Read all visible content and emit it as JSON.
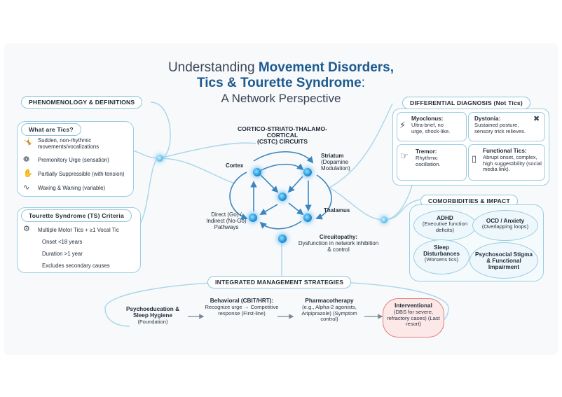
{
  "title": {
    "line1_prefix": "Understanding ",
    "line1_bold": "Movement Disorders,",
    "line2_bold": "Tics & Tourette Syndrome",
    "line2_suffix": ":",
    "line3": "A Network Perspective"
  },
  "phenomenology": {
    "header": "PHENOMENOLOGY & DEFINITIONS",
    "tics": {
      "header": "What are Tics?",
      "items": [
        {
          "icon": "running-person-icon",
          "text": "Sudden, non-rhythmic movements/vocalizations"
        },
        {
          "icon": "brain-icon",
          "text": "Premonitory Urge (sensation)"
        },
        {
          "icon": "hand-icon",
          "text": "Partially Suppressible (with tension)"
        },
        {
          "icon": "wave-chart-icon",
          "text": "Waxing & Waning (variable)"
        }
      ]
    },
    "ts_criteria": {
      "header": "Tourette Syndrome (TS) Criteria",
      "items": [
        {
          "icon": "gears-icon",
          "text": "Multiple Motor Tics + ≥1 Vocal Tic"
        },
        {
          "icon": "",
          "text": "Onset <18 years"
        },
        {
          "icon": "",
          "text": "Duration >1 year"
        },
        {
          "icon": "",
          "text": "Excludes secondary causes"
        }
      ]
    }
  },
  "circuit": {
    "header_line1": "CORTICO-STRIATO-THALAMO-CORTICAL",
    "header_line2": "(CSTC) CIRCUITS",
    "cortex": "Cortex",
    "striatum_title": "Striatum",
    "striatum_desc": "(Dopamine Modulation)",
    "thalamus": "Thalamus",
    "pathways": "Direct (Go) / Indirect (No-Go) Pathways",
    "circuitopathy_title": "Circuitopathy:",
    "circuitopathy_desc": "Dysfunction in network inhibition & control"
  },
  "differential": {
    "header": "DIFFERENTIAL DIAGNOSIS (Not Tics)",
    "cards": [
      {
        "title": "Myoclonus:",
        "desc": "Ultra-brief, no urge, shock-like.",
        "icon": "lightning-icon"
      },
      {
        "title": "Dystonia:",
        "desc": "Sustained posture, sensory trick relieves.",
        "icon": "twisted-limb-icon"
      },
      {
        "title": "Tremor:",
        "desc": "Rhythmic oscillation.",
        "icon": "shaking-hand-icon"
      },
      {
        "title": "Functional Tics:",
        "desc": "Abrupt onset, complex, high suggestibility (social media link).",
        "icon": "smartphone-icon"
      }
    ]
  },
  "comorbidities": {
    "header": "COMORBIDITIES & IMPACT",
    "items": [
      {
        "title": "ADHD",
        "desc": "(Executive function deficits)"
      },
      {
        "title": "OCD / Anxiety",
        "desc": "(Overlapping loops)"
      },
      {
        "title": "Sleep Disturbances",
        "desc": "(Worsens tics)"
      },
      {
        "title": "Psychosocial Stigma & Functional Impairment",
        "desc": ""
      }
    ]
  },
  "management": {
    "header": "INTEGRATED MANAGEMENT STRATEGIES",
    "steps": [
      {
        "title": "Psychoeducation & Sleep Hygiene",
        "desc": "(Foundation)"
      },
      {
        "title": "Behavioral (CBIT/HRT):",
        "desc": "Recognize urge → Competitive response (First-line)"
      },
      {
        "title": "Pharmacotherapy",
        "desc": "(e.g., Alpha-2 agonists, Aripiprazole) (Symptom control)"
      },
      {
        "title": "Interventional",
        "desc": "(DBS for severe, refractory cases) (Last resort)"
      }
    ]
  },
  "colors": {
    "accent": "#1d5a8e",
    "node": "#1f8fd6",
    "border": "#9ccde3",
    "alert": "#e07a7a"
  }
}
